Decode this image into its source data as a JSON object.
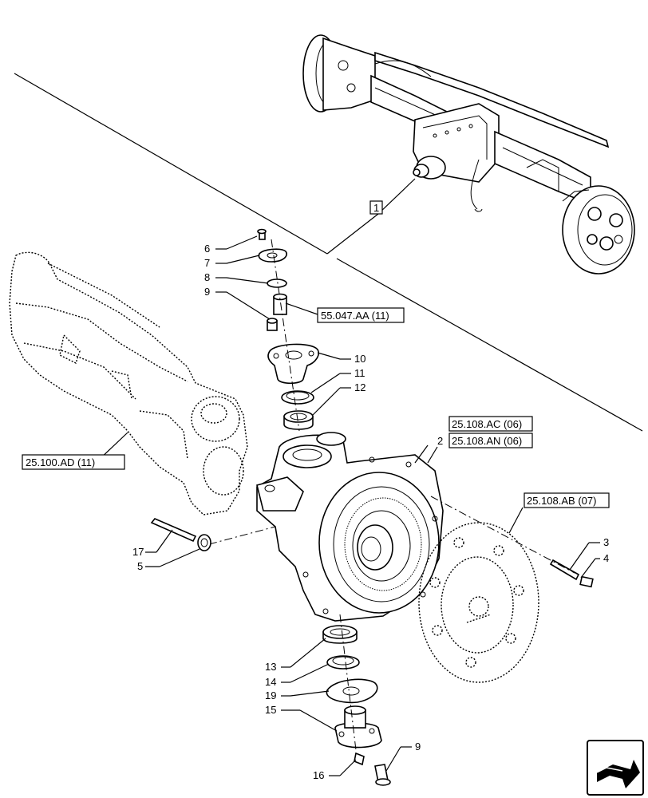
{
  "callouts": [
    {
      "id": "c1",
      "text": "1"
    },
    {
      "id": "c2",
      "text": "2"
    },
    {
      "id": "c3",
      "text": "3"
    },
    {
      "id": "c4",
      "text": "4"
    },
    {
      "id": "c5",
      "text": "5"
    },
    {
      "id": "c6",
      "text": "6"
    },
    {
      "id": "c7",
      "text": "7"
    },
    {
      "id": "c8",
      "text": "8"
    },
    {
      "id": "c9a",
      "text": "9"
    },
    {
      "id": "c9b",
      "text": "9"
    },
    {
      "id": "c10",
      "text": "10"
    },
    {
      "id": "c11",
      "text": "11"
    },
    {
      "id": "c12",
      "text": "12"
    },
    {
      "id": "c13",
      "text": "13"
    },
    {
      "id": "c14",
      "text": "14"
    },
    {
      "id": "c15",
      "text": "15"
    },
    {
      "id": "c16",
      "text": "16"
    },
    {
      "id": "c17",
      "text": "17"
    },
    {
      "id": "c19",
      "text": "19"
    }
  ],
  "references": {
    "seal_ref": "55.047.AA (11)",
    "axle_ref": "25.100.AD (11)",
    "hub_ref_ac": "25.108.AC (06)",
    "hub_ref_an": "25.108.AN (06)",
    "planetary_ref": "25.108.AB (07)"
  },
  "nav_icon": "next-page-arrow-icon"
}
